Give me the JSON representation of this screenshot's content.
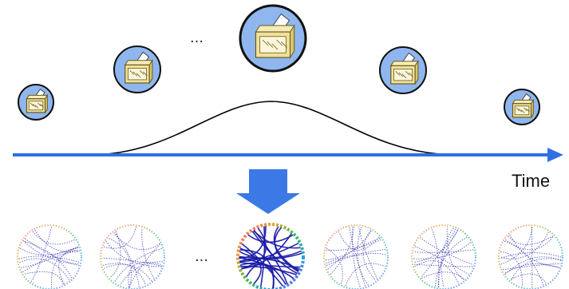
{
  "axis": {
    "label": "Time",
    "color": "#2f6fe4"
  },
  "ellipsis_top": "…",
  "ellipsis_bottom": "…",
  "curve_color": "#000000",
  "ballot_boxes": [
    {
      "id": "box-1",
      "icon": "ballot-box-icon",
      "highlight": false
    },
    {
      "id": "box-2",
      "icon": "ballot-box-icon",
      "highlight": false
    },
    {
      "id": "box-peak",
      "icon": "ballot-box-icon",
      "highlight": true
    },
    {
      "id": "box-4",
      "icon": "ballot-box-icon",
      "highlight": false
    },
    {
      "id": "box-5",
      "icon": "ballot-box-icon",
      "highlight": false
    }
  ],
  "networks": [
    {
      "id": "net-1",
      "icon": "circular-network-graph-icon",
      "highlight": false
    },
    {
      "id": "net-2",
      "icon": "circular-network-graph-icon",
      "highlight": false
    },
    {
      "id": "net-peak",
      "icon": "circular-network-graph-icon",
      "highlight": true
    },
    {
      "id": "net-4",
      "icon": "circular-network-graph-icon",
      "highlight": false
    },
    {
      "id": "net-5",
      "icon": "circular-network-graph-icon",
      "highlight": false
    },
    {
      "id": "net-6",
      "icon": "circular-network-graph-icon",
      "highlight": false
    }
  ],
  "colors": {
    "circle_fill": "#8fb6ee",
    "circle_stroke": "#111111",
    "box_fill": "#efe19a",
    "box_stroke": "#6b5a1a",
    "arrow_down": "#3c78e6",
    "network_edge": "#1a1aa8"
  }
}
